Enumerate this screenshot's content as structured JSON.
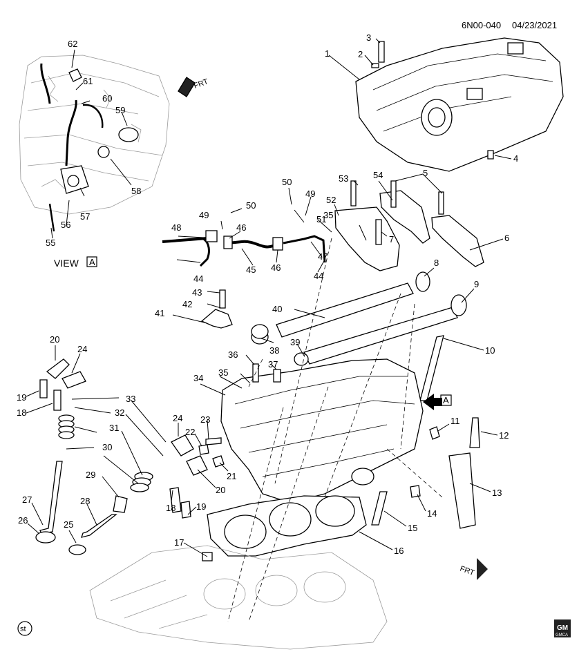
{
  "header": {
    "diagram_code": "6N00-040",
    "date": "04/23/2021"
  },
  "view_label": "VIEW",
  "view_box_letter": "A",
  "arrow_a_letter": "A",
  "frt_top": "FRT",
  "frt_bottom": "FRT",
  "st_badge": "st",
  "gm_logo": {
    "top": "GM",
    "bottom": "GMCA"
  },
  "callouts": [
    "1",
    "2",
    "3",
    "4",
    "5",
    "6",
    "7",
    "8",
    "9",
    "10",
    "11",
    "12",
    "13",
    "14",
    "15",
    "16",
    "17",
    "18",
    "18",
    "19",
    "19",
    "20",
    "20",
    "21",
    "22",
    "23",
    "24",
    "24",
    "25",
    "26",
    "27",
    "28",
    "29",
    "30",
    "31",
    "32",
    "33",
    "34",
    "35",
    "35",
    "36",
    "37",
    "38",
    "39",
    "40",
    "41",
    "42",
    "43",
    "44",
    "44",
    "45",
    "46",
    "46",
    "47",
    "48",
    "49",
    "49",
    "50",
    "50",
    "51",
    "52",
    "53",
    "54",
    "55",
    "56",
    "57",
    "58",
    "59",
    "60",
    "61",
    "62"
  ],
  "colors": {
    "line": "#000000",
    "ghost": "#9a9a9a",
    "paper": "#ffffff"
  }
}
